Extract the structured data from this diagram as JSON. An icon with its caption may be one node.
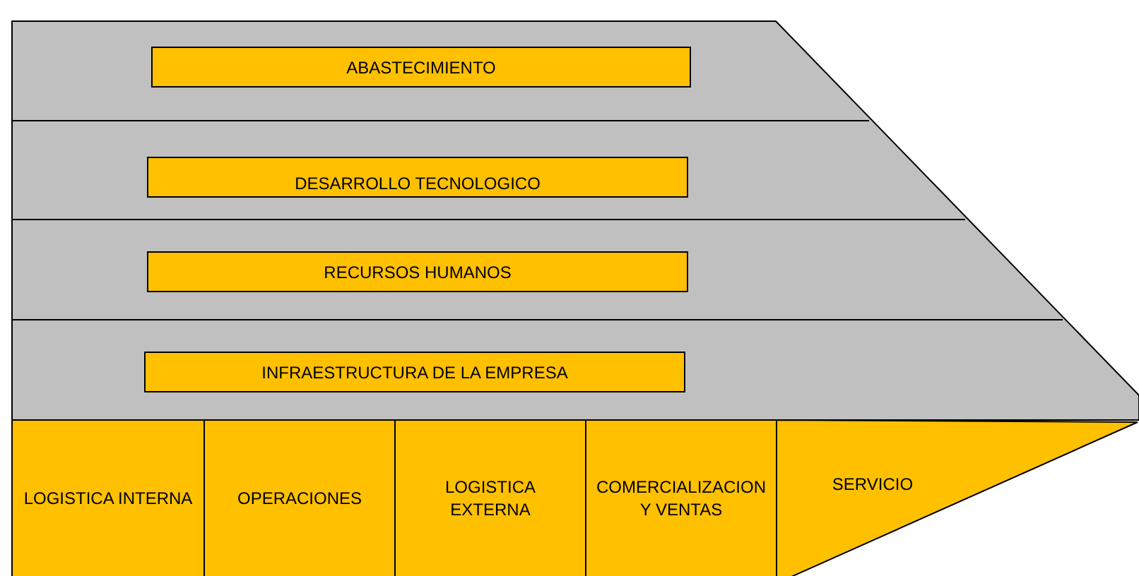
{
  "diagram": {
    "nodes": [
      {
        "text": [
          "ABASTECIMIENTO"
        ]
      },
      {
        "text": [
          "DESARROLLO TECNOLOGICO"
        ]
      },
      {
        "text": [
          "RECURSOS HUMANOS"
        ]
      },
      {
        "text": [
          "INFRAESTRUCTURA DE LA EMPRESA"
        ]
      },
      {
        "text": [
          "LOGISTICA INTERNA"
        ]
      },
      {
        "text": [
          "OPERACIONES"
        ]
      },
      {
        "text": [
          "LOGISTICA EXTERNA"
        ]
      },
      {
        "text": [
          "COMERCIALIZACION Y VENTAS"
        ]
      },
      {
        "text": [
          "SERVICIO"
        ]
      }
    ]
  }
}
